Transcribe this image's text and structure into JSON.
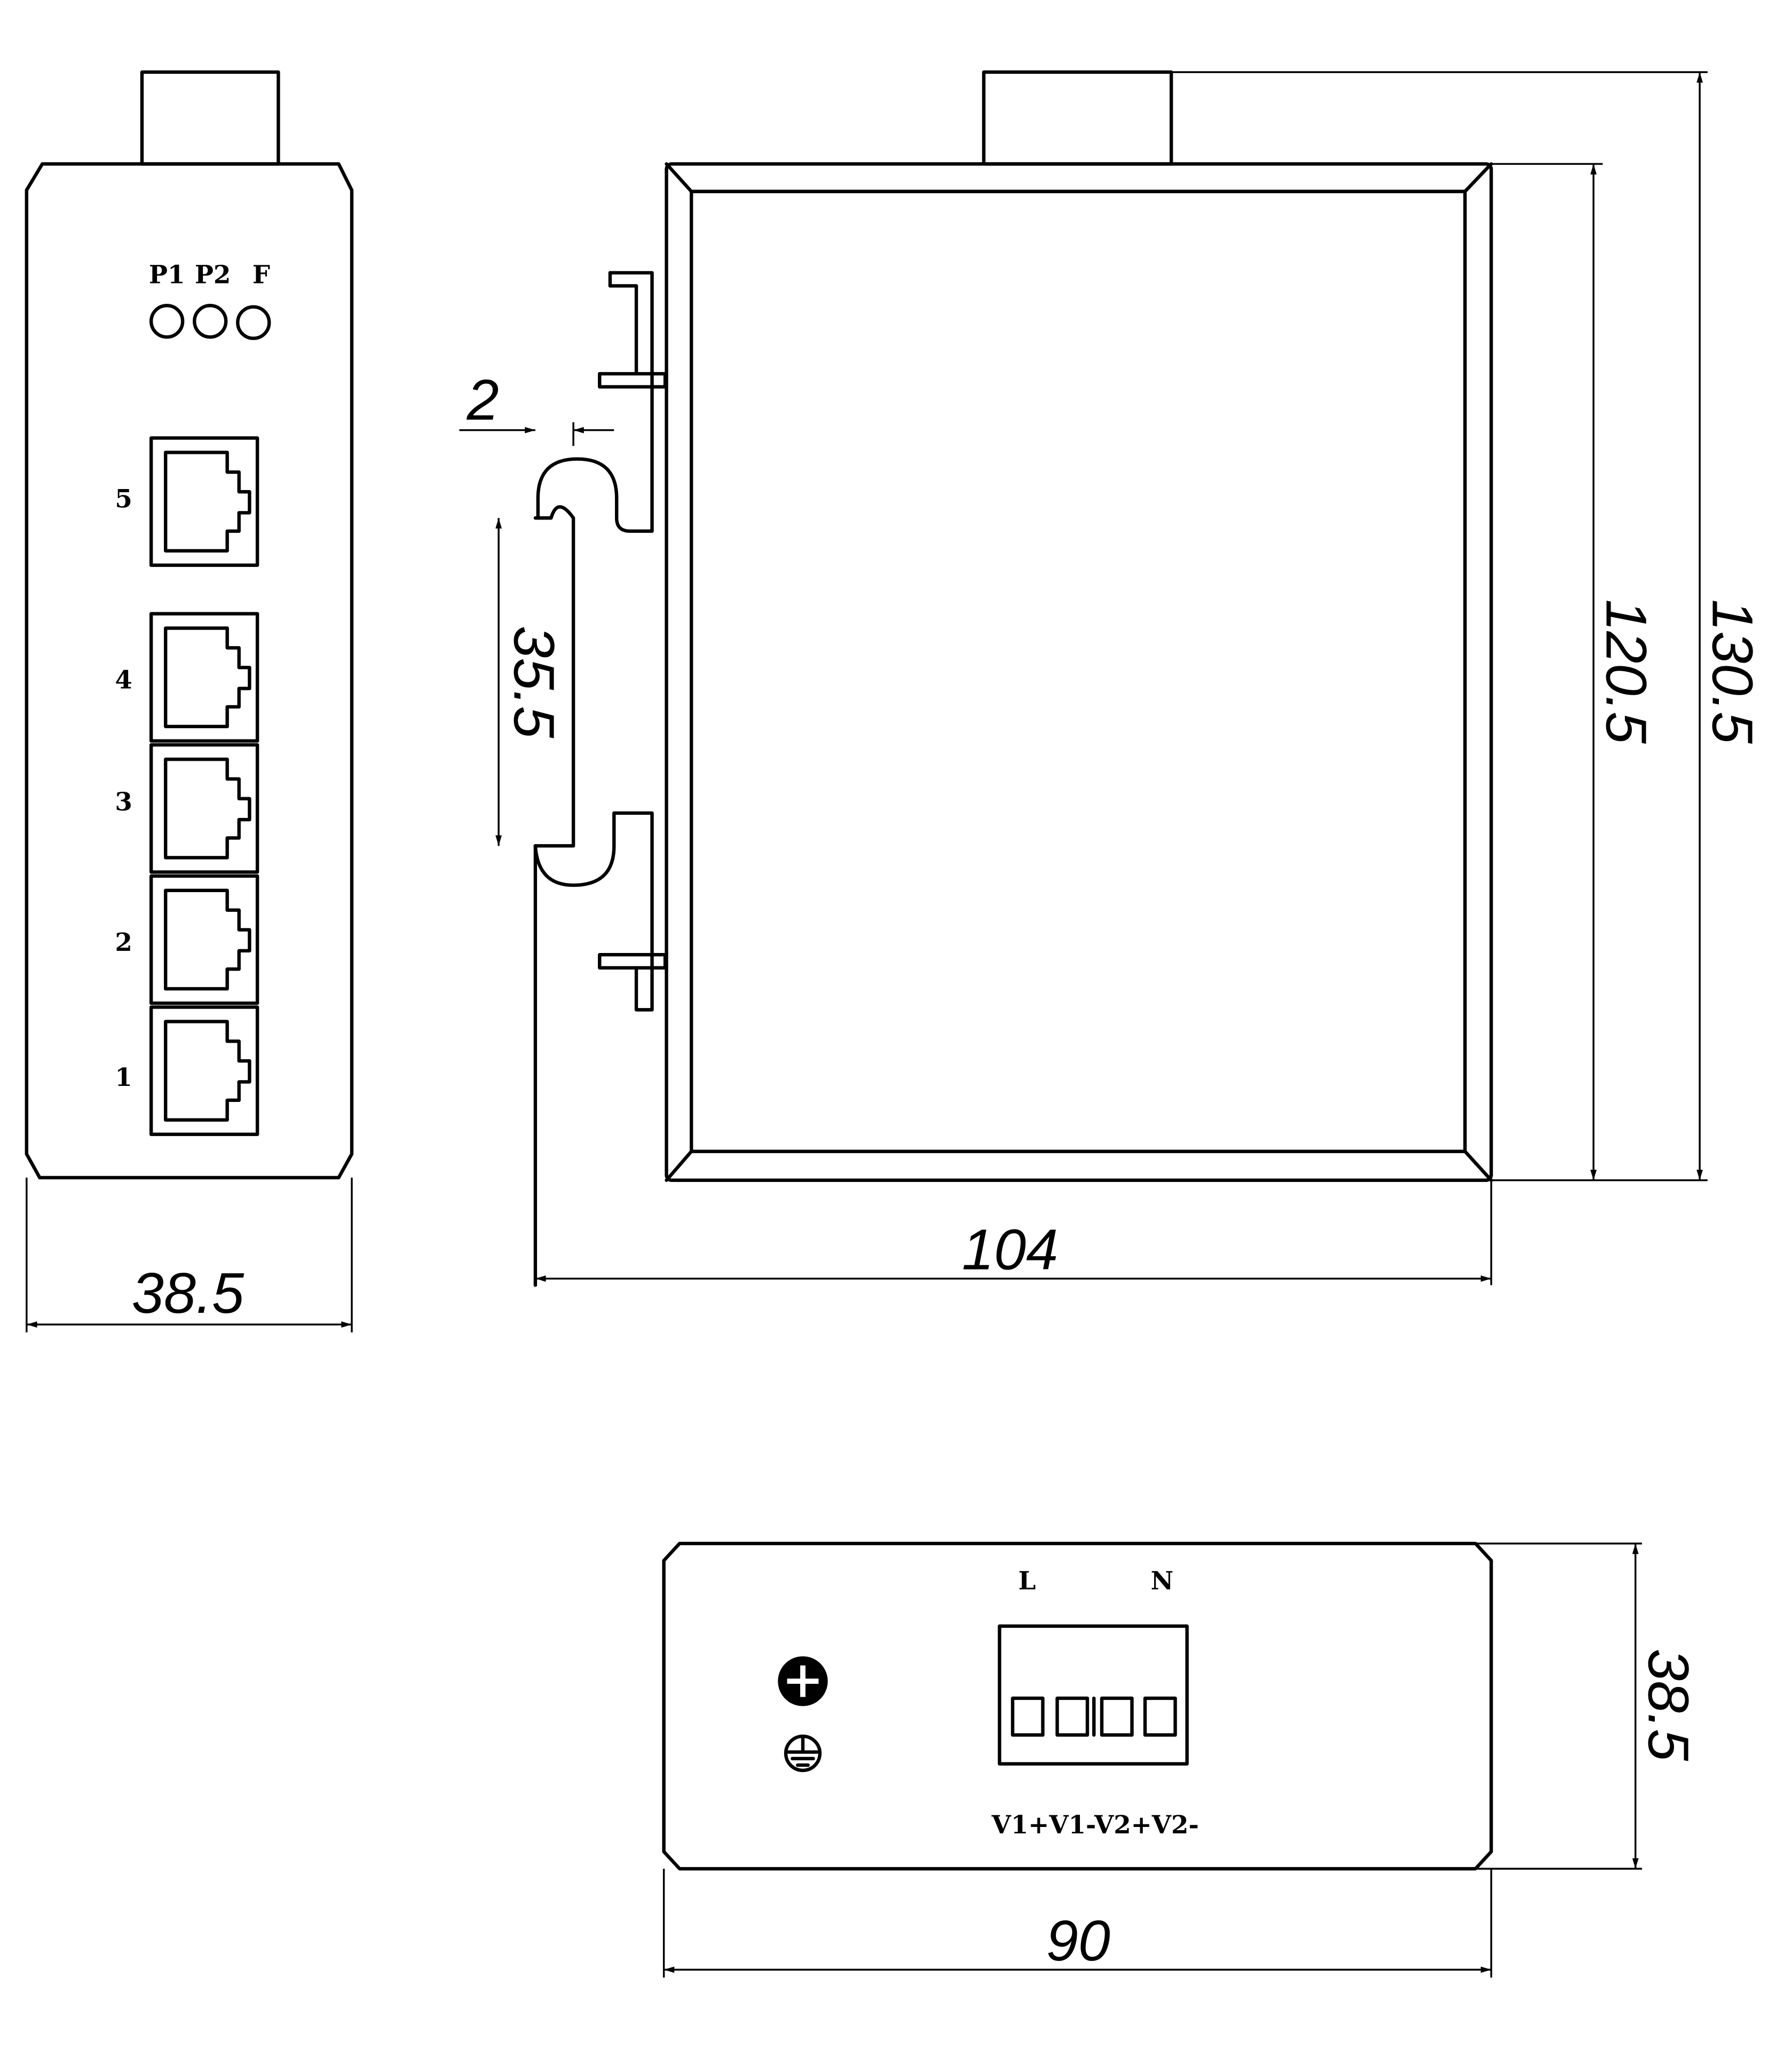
{
  "front_view": {
    "led_labels": [
      "P1",
      "P2",
      "F"
    ],
    "port_labels": [
      "5",
      "4",
      "3",
      "2",
      "1"
    ],
    "width_dim": "38.5"
  },
  "side_view": {
    "rail_dim": "35.5",
    "clip_dim": "2",
    "depth_dim": "104",
    "body_height_dim": "120.5",
    "total_height_dim": "130.5"
  },
  "bottom_view": {
    "terminal_top_labels": [
      "L",
      "N"
    ],
    "terminal_bottom_label": "V1+V1-V2+V2-",
    "height_dim": "38.5",
    "width_dim": "90"
  },
  "colors": {
    "line": "#000000",
    "background": "#ffffff"
  }
}
